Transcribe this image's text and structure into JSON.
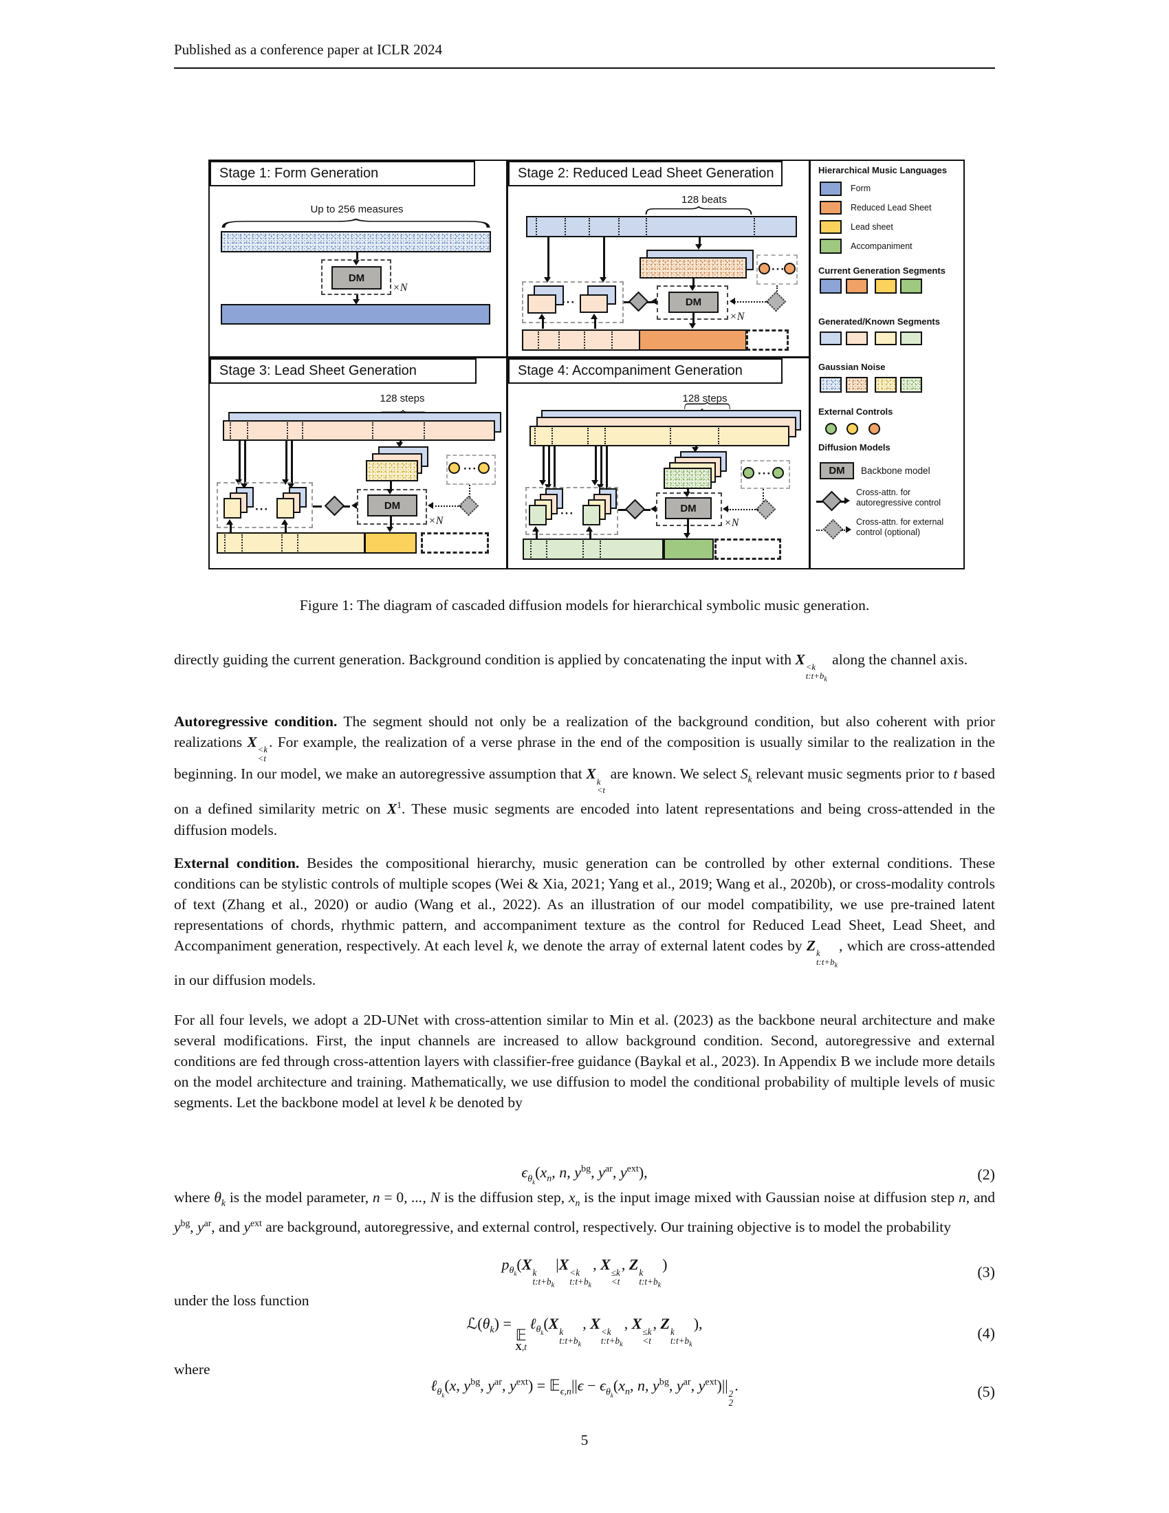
{
  "header": {
    "text": "Published as a conference paper at ICLR 2024"
  },
  "figure": {
    "stage1": {
      "title": "Stage 1: Form Generation",
      "measure_label": "Up to 256 measures",
      "dm": "DM",
      "xn": "×N"
    },
    "stage2": {
      "title": "Stage 2: Reduced Lead Sheet Generation",
      "measure_label": "128 beats",
      "dm": "DM",
      "xn": "×N",
      "dots": "···"
    },
    "stage3": {
      "title": "Stage 3: Lead Sheet Generation",
      "measure_label": "128 steps",
      "dm": "DM",
      "xn": "×N",
      "dots": "···"
    },
    "stage4": {
      "title": "Stage 4: Accompaniment Generation",
      "measure_label": "128 steps",
      "dm": "DM",
      "xn": "×N",
      "dots": "···"
    },
    "legend": {
      "languages_title": "Hierarchical Music Languages",
      "languages": [
        {
          "label": "Form",
          "color": "#8CA5D6"
        },
        {
          "label": "Reduced Lead Sheet",
          "color": "#F0A266"
        },
        {
          "label": "Lead sheet",
          "color": "#FBD35C"
        },
        {
          "label": "Accompaniment",
          "color": "#9FC981"
        }
      ],
      "current_title": "Current Generation Segments",
      "current_colors": [
        "#8CA5D6",
        "#F0A266",
        "#FBD35C",
        "#9FC981"
      ],
      "generated_title": "Generated/Known Segments",
      "generated_colors": [
        "#CBD8EE",
        "#FBE3D0",
        "#FDEFC4",
        "#DCEBD0"
      ],
      "noise_title": "Gaussian Noise",
      "external_title": "External Controls",
      "external_colors": [
        "#9FC981",
        "#FBD35C",
        "#F0A266"
      ],
      "diffusion_title": "Diffusion Models",
      "dm": "DM",
      "backbone_label": "Backbone model",
      "cross_attn_ar_1": "Cross-attn. for",
      "cross_attn_ar_2": "autoregressive control",
      "cross_attn_ext_1": "Cross-attn. for external",
      "cross_attn_ext_2": "control (optional)"
    }
  },
  "caption": "Figure 1: The diagram of cascaded diffusion models for hierarchical symbolic music generation.",
  "body": {
    "p0": "directly guiding the current generation. Background condition is applied by concatenating the input with <b><i>X</i></b><span class='ss'><span>&lt;k</span><span>t:t+b<sub>k</sub></span></span> along the channel axis.",
    "p1": "<b>Autoregressive condition.</b> The segment should not only be a realization of the background condition, but also coherent with prior realizations <b><i>X</i></b><span class='ss'><span>&lt;k</span><span>&lt;t</span></span>. For example, the realization of a verse phrase in the end of the composition is usually similar to the realization in the beginning. In our model, we make an autoregressive assumption that <b><i>X</i></b><span class='ss'><span>k</span><span>&lt;t</span></span> are known. We select <i>S<sub>k</sub></i> relevant music segments prior to <i>t</i> based on a defined similarity metric on <b><i>X</i></b><sup>1</sup>. These music segments are encoded into latent representations and being cross-attended in the diffusion models.",
    "p2": "<b>External condition.</b> Besides the compositional hierarchy, music generation can be controlled by other external conditions. These conditions can be stylistic controls of multiple scopes (Wei &amp; Xia, 2021; Yang et al., 2019; Wang et al., 2020b), or cross-modality controls of text (Zhang et al., 2020) or audio (Wang et al., 2022). As an illustration of our model compatibility, we use pre-trained latent representations of chords, rhythmic pattern, and accompaniment texture as the control for Reduced Lead Sheet, Lead Sheet, and Accompaniment generation, respectively. At each level <i>k</i>, we denote the array of external latent codes by <b><i>Z</i></b><span class='ss'><span>k</span><span>t:t+b<sub>k</sub></span></span>, which are cross-attended in our diffusion models.",
    "p3": "For all four levels, we adopt a 2D-UNet with cross-attention similar to Min et al. (2023) as the backbone neural architecture and make several modifications. First, the input channels are increased to allow background condition. Second, autoregressive and external conditions are fed through cross-attention layers with classifier-free guidance (Baykal et al., 2023). In Appendix B we include more details on the model architecture and training. Mathematically, we use diffusion to model the conditional probability of multiple levels of music segments. Let the backbone model at level <i>k</i> be denoted by",
    "eq2": "<i>ϵ</i><sub><i>θ<sub>k</sub></i></sub>(<i>x<sub>n</sub></i>, <i>n</i>, <i>y</i><sup>bg</sup>, <i>y</i><sup>ar</sup>, <i>y</i><sup>ext</sup>),",
    "eq2_tag": "(2)",
    "p4": "where <i>θ<sub>k</sub></i> is the model parameter, <i>n</i> = 0<i>, ..., N</i> is the diffusion step, <i>x<sub>n</sub></i> is the input image mixed with Gaussian noise at diffusion step <i>n</i>, and <i>y</i><sup>bg</sup>, <i>y</i><sup>ar</sup>, and <i>y</i><sup>ext</sup> are background, autoregressive, and external control, respectively. Our training objective is to model the probability",
    "eq3": "<i>p</i><sub><i>θ<sub>k</sub></i></sub>(<b><i>X</i></b><span class='ss'><span>k</span><span>t:t+b<sub>k</sub></span></span>|<b><i>X</i></b><span class='ss'><span>&lt;k</span><span>t:t+b<sub>k</sub></span></span>, <b><i>X</i></b><span class='ss'><span>≤k</span><span>&lt;t</span></span>, <b><i>Z</i></b><span class='ss'><span>k</span><span>t:t+b<sub>k</sub></span></span>)",
    "eq3_tag": "(3)",
    "p5": "under the loss function",
    "eq4": "ℒ(<i>θ<sub>k</sub></i>) = <span class='eun'><span class='dsE'>𝔼</span><span class='eus'><b>X</b><i>,t</i></span></span>&thinsp;<i>ℓ</i><sub><i>θ<sub>k</sub></i></sub>(<b><i>X</i></b><span class='ss'><span>k</span><span>t:t+b<sub>k</sub></span></span>, <b><i>X</i></b><span class='ss'><span>&lt;k</span><span>t:t+b<sub>k</sub></span></span>, <b><i>X</i></b><span class='ss'><span>≤k</span><span>&lt;t</span></span>, <b><i>Z</i></b><span class='ss'><span>k</span><span>t:t+b<sub>k</sub></span></span>),",
    "eq4_tag": "(4)",
    "p6": "where",
    "eq5": "<i>ℓ</i><sub><i>θ<sub>k</sub></i></sub>(<i>x</i>, <i>y</i><sup>bg</sup>, <i>y</i><sup>ar</sup>, <i>y</i><sup>ext</sup>) = <span class='dsE'>𝔼</span><sub><i>ϵ,n</i></sub>||<i>ϵ</i> − <i>ϵ</i><sub><i>θ<sub>k</sub></i></sub>(<i>x<sub>n</sub></i>, <i>n</i>, <i>y</i><sup>bg</sup>, <i>y</i><sup>ar</sup>, <i>y</i><sup>ext</sup>)||<span class='ss'><span>2</span><span>2</span></span>.",
    "eq5_tag": "(5)"
  },
  "page_number": "5"
}
